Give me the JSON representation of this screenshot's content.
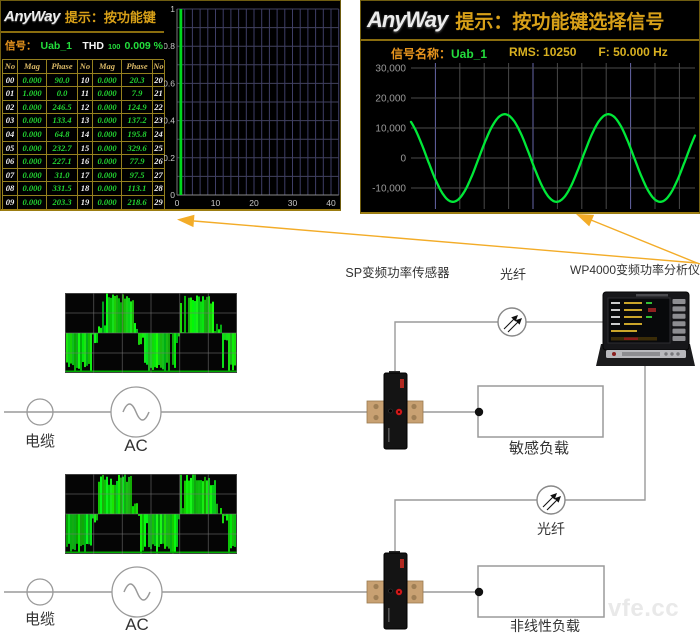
{
  "left_screen": {
    "brand": "AnyWay",
    "hint": "提示：按功能键",
    "signal_label": "信号：",
    "signal_value": "Uab_1",
    "thd_label": "THD",
    "thd_order": "100",
    "thd_value": "0.009 %",
    "table": {
      "headers": [
        "No",
        "Mag",
        "Phase",
        "No",
        "Mag",
        "Phase",
        "No"
      ],
      "rows": [
        [
          "00",
          "0.000",
          "90.0",
          "10",
          "0.000",
          "20.3",
          "20"
        ],
        [
          "01",
          "1.000",
          "0.0",
          "11",
          "0.000",
          "7.9",
          "21"
        ],
        [
          "02",
          "0.000",
          "246.5",
          "12",
          "0.000",
          "124.9",
          "22"
        ],
        [
          "03",
          "0.000",
          "133.4",
          "13",
          "0.000",
          "137.2",
          "23"
        ],
        [
          "04",
          "0.000",
          "64.8",
          "14",
          "0.000",
          "195.8",
          "24"
        ],
        [
          "05",
          "0.000",
          "232.7",
          "15",
          "0.000",
          "329.6",
          "25"
        ],
        [
          "06",
          "0.000",
          "227.1",
          "16",
          "0.000",
          "77.9",
          "26"
        ],
        [
          "07",
          "0.000",
          "31.0",
          "17",
          "0.000",
          "97.5",
          "27"
        ],
        [
          "08",
          "0.000",
          "331.5",
          "18",
          "0.000",
          "113.1",
          "28"
        ],
        [
          "09",
          "0.000",
          "203.3",
          "19",
          "0.000",
          "218.6",
          "29"
        ]
      ]
    }
  },
  "right_screen": {
    "brand": "AnyWay",
    "hint": "提示：按功能键选择信号",
    "name_label": "信号名称：",
    "name_value": "Uab_1",
    "rms": "RMS: 10250",
    "freq": "F: 50.000 Hz"
  },
  "chart_data": [
    {
      "type": "bar",
      "title": "harmonic magnitude spectrum (left screen)",
      "signal": "Uab_1",
      "thd": "0.009 %",
      "x": [
        1
      ],
      "values": [
        1.0
      ],
      "xlim": [
        0,
        42
      ],
      "ylim": [
        0,
        1
      ],
      "x_ticks": [
        "0",
        "10",
        "20",
        "30",
        "40"
      ],
      "y_ticks": [
        "0",
        "0.2",
        "0.4",
        "0.6",
        "0.8",
        "1"
      ],
      "bar_color": "#00d81e",
      "grid": true
    },
    {
      "type": "line",
      "title": "voltage waveform (right screen)",
      "signal": "Uab_1",
      "rms": 10250,
      "frequency_hz": 50,
      "amplitude": 14600,
      "offset": 0,
      "peak_fraction": 0.33,
      "period_fraction": 0.365,
      "ylim": [
        -16700,
        31000
      ],
      "y_tick_values": [
        30000,
        20000,
        10000,
        0,
        -10000
      ],
      "y_ticks": [
        "30,000",
        "20,000",
        "10,000",
        "0",
        "-10,000"
      ],
      "line_color": "#00e838",
      "grid": true,
      "legend": "none"
    }
  ],
  "pwm_waveforms": {
    "description": "PWM line-voltage waveform thumbnails (green on black, 2 cycles)",
    "color": "#00cc11"
  },
  "diagram": {
    "labels": {
      "sensor": "SP变频功率传感器",
      "fiber_top": "光纤",
      "analyzer": "WP4000变频功率分析仪",
      "cable_top": "电缆",
      "ac_top": "AC",
      "load_top": "敏感负载",
      "fiber_bottom": "光纤",
      "cable_bottom": "电缆",
      "ac_bottom": "AC",
      "load_bottom": "非线性负载"
    },
    "arrow_color": "#f3ac28",
    "line_color": "#9a9a9a"
  },
  "watermark": "vfe.cc"
}
